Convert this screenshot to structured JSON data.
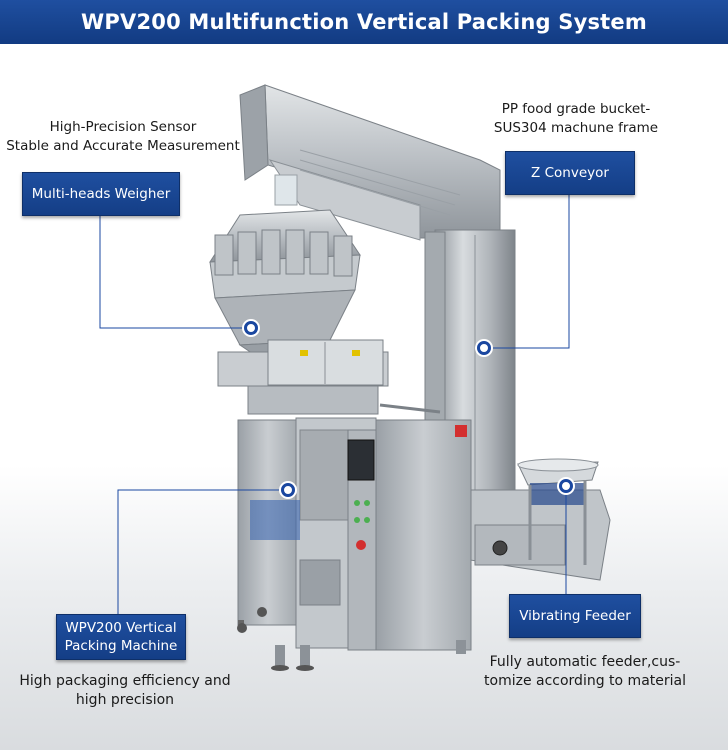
{
  "banner": {
    "title": "WPV200 Multifunction Vertical Packing System"
  },
  "callouts": {
    "weigher": {
      "label": "Multi-heads Weigher",
      "note_line1": "High-Precision Sensor",
      "note_line2": "Stable and Accurate Measurement"
    },
    "conveyor": {
      "label": "Z Conveyor",
      "note_line1": "PP food grade bucket-",
      "note_line2": "SUS304 machune frame"
    },
    "packing": {
      "label_line1": "WPV200 Vertical",
      "label_line2": "Packing Machine",
      "note_line1": "High packaging efficiency and",
      "note_line2": "high precision"
    },
    "feeder": {
      "label": "Vibrating Feeder",
      "note_line1": "Fully automatic feeder,cus-",
      "note_line2": "tomize according to material"
    }
  },
  "colors": {
    "accent": "#1a47a0",
    "banner": "#1a4694",
    "steel": "#b9bec3"
  }
}
